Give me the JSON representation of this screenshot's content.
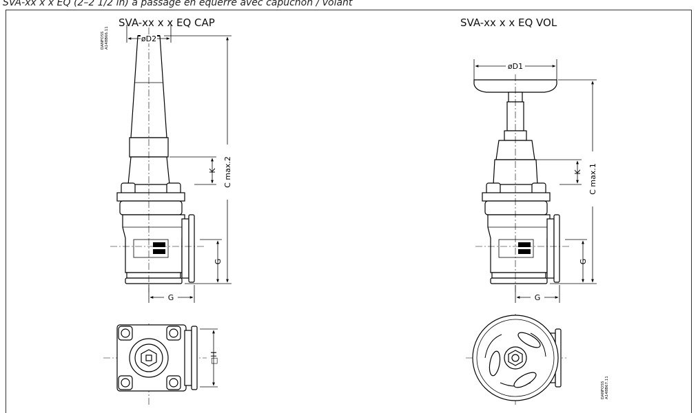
{
  "caption": "SVA-xx x x EQ (2–2 1/2 in) à passage en équerre avec capuchon / volant",
  "views": {
    "cap": {
      "title": "SVA-xx x x EQ CAP",
      "dims": {
        "d2": "øD2",
        "c_max": "C  max.2",
        "k": "K",
        "g_side": "G",
        "g_bottom": "G",
        "h": "□H"
      },
      "manufacturer": "DANFOSS",
      "ref": "A148B66.11"
    },
    "vol": {
      "title": "SVA-xx x x EQ VOL",
      "dims": {
        "d1": "øD1",
        "c_max": "C  max.1",
        "k": "K",
        "g_side": "G",
        "g_bottom": "G"
      },
      "manufacturer": "DANFOSS",
      "ref": "A148B67.11"
    }
  }
}
